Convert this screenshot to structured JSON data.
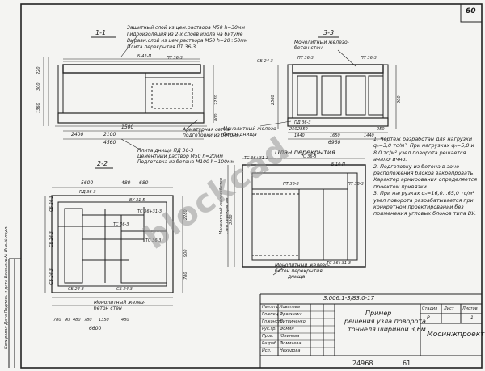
{
  "sheet_number": "60",
  "sections": {
    "s11": "1-1",
    "s33": "3-3",
    "s22": "2-2",
    "plan": "План перекрытия"
  },
  "s11": {
    "layer1": "Защитный слой из цем.раствора М50 h=30мм",
    "layer2": "Гидроизоляция из 2-х слоев изола на битуме",
    "layer3": "Выравн.слой из цем.раствора М50 h=20÷50мм",
    "layer4": "Плита перекрытия ПТ 36-3",
    "mark_b": "Б-42-П",
    "mark_pt": "ПТ 36-3",
    "note_grid": "Арматурная сетка",
    "note_grid2": "подготовки из бетона",
    "bottom1": "Плита днища ПД 36-3",
    "bottom2": "Цементный раствор М50 h=20мм",
    "bottom3": "Подготовка из бетона М100 h=100мм",
    "dims": [
      "2400",
      "1500",
      "2100",
      "4560"
    ],
    "vdims": [
      "220",
      "300",
      "1360",
      "2270",
      "800"
    ]
  },
  "s33": {
    "note1": "Монолитный железо-",
    "note2": "бетон стен",
    "marks": [
      "ПТ 36-3",
      "ПТ 36-3",
      "СБ 24-3",
      "ПД 36-3"
    ],
    "bottom_note1": "Монолитный железо-",
    "bottom_note2": "бетон днища",
    "dims": [
      "250",
      "2850",
      "250",
      "1440",
      "1650",
      "1440",
      "6960"
    ],
    "vdims": [
      "2580",
      "900"
    ]
  },
  "s22": {
    "dims_top": [
      "5600",
      "480",
      "680"
    ],
    "marks": [
      "ПД 36-3",
      "ТС 36+31-3",
      "ТС 36-3",
      "ВУ 31-5",
      "ТС 36-3",
      "СБ 24-3",
      "СБ 24-3",
      "СБ 24-3",
      "СБ 24-3",
      "СБ 24-3"
    ],
    "note1": "Монолитный желез-",
    "note2": "бетон стен",
    "dims_bottom": [
      "780",
      "90",
      "480",
      "780",
      "1350",
      "480",
      "6600"
    ],
    "dims_mid": [
      "2280",
      "900",
      "780"
    ]
  },
  "plan": {
    "marks": [
      "ТС 36+31-3",
      "ТС 36-3",
      "ПТ 36-3",
      "Б 10-П",
      "ПТ 36-3",
      "ТС 36+31-3"
    ],
    "note_walls1": "Монолитный железобетон",
    "note_walls2": "стен перекрытия",
    "note_bottom1": "Монолитный железо-",
    "note_bottom2": "бетон перекрытия",
    "note_bottom3": "днища",
    "dims": [
      "3500"
    ]
  },
  "notes": [
    "1. Чертеж разработан для нагрузки qₙ=3,0 тс/м². При нагрузках qₙ=5,0 и 8,0 тс/м² узел поворота решается аналогично.",
    "2. Подготовку из бетона в зоне расположения блоков закрепровать. Характер армирования определяется проектом привязки.",
    "3. При нагрузках qₙ=16,0...65,0 тс/м² узел поворота разрабатывается при конкретном проектировании без применения угловых блоков типа ВУ."
  ],
  "side_text": "Копировал Дата Подпись и дата Взам.инв.№ Инв.№ подл.",
  "stamp": {
    "doc_code": "3.006.1-3/83.0-17",
    "rows": [
      [
        "Нач.отд.",
        "Ковалева"
      ],
      [
        "Гл.спец",
        "Фролихин"
      ],
      [
        "Гл.констр",
        "Литвиненко"
      ],
      [
        "Рук.гр.",
        "Фомин"
      ],
      [
        "Пров.",
        "Юнинова"
      ],
      [
        "Разраб.",
        "Фомичева"
      ],
      [
        "Исп.",
        "Неходова"
      ]
    ],
    "title1": "Пример",
    "title2": "решения узла поворота",
    "title3": "тоннеля шириной 3,6м",
    "h_stage": "Стадия",
    "h_sheet": "Лист",
    "h_sheets": "Листов",
    "v_stage": "Р",
    "v_sheet": "",
    "v_sheets": "1",
    "org": "Мосинжпроект"
  },
  "footer": {
    "number": "24968",
    "page": "61"
  },
  "watermark": "blockcad"
}
